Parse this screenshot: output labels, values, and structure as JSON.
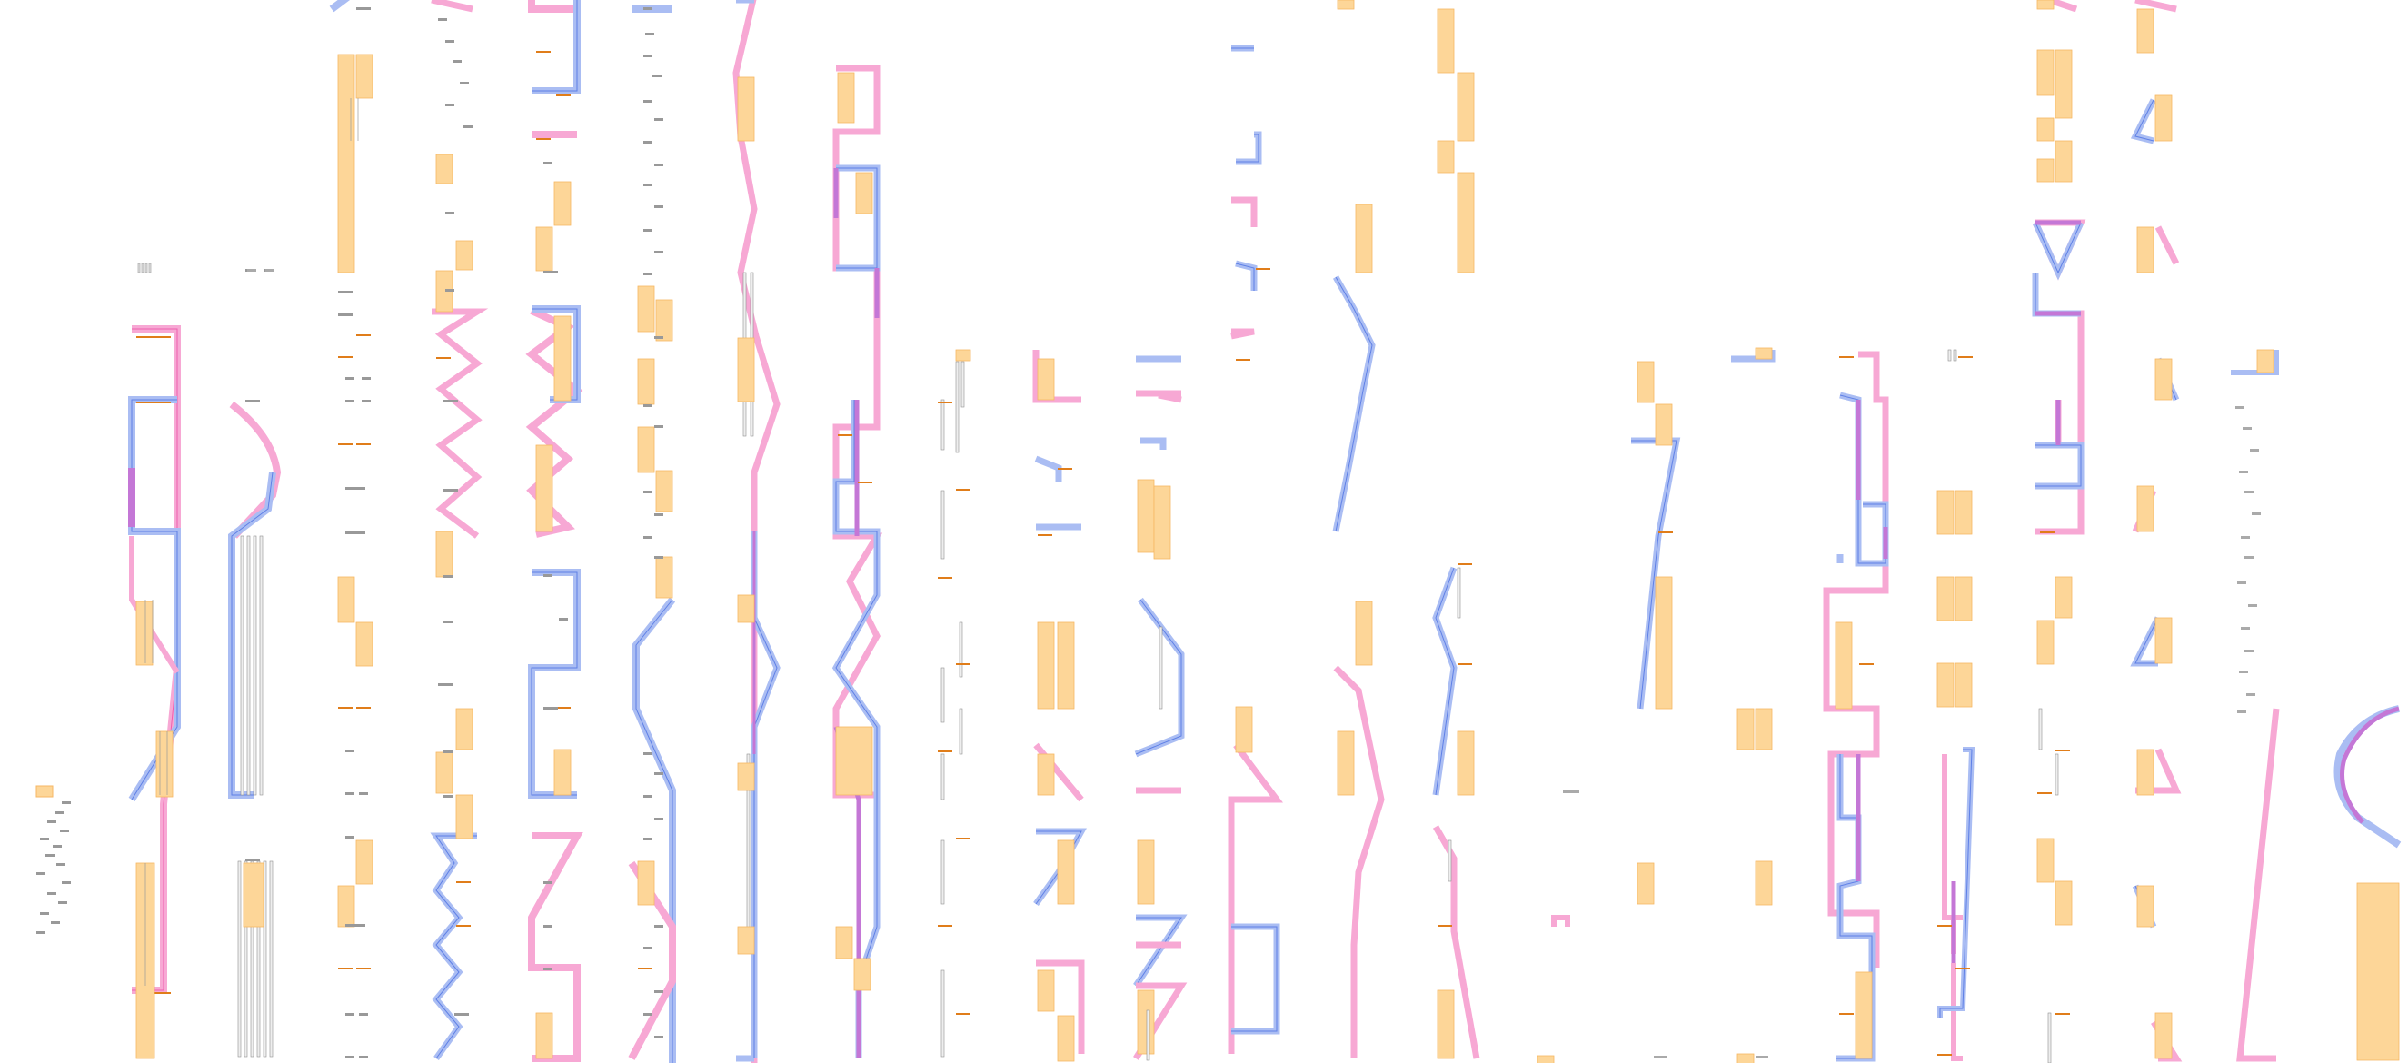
{
  "diagram": {
    "title": "",
    "colors": {
      "background": "#ffffff",
      "strand_forward": "#f7a8d4",
      "strand_forward_edge": "#ee5fae",
      "strand_reverse": "#aabdf3",
      "strand_reverse_edge": "#5f80e6",
      "overlap": "#c477d6",
      "block_fill": "#fdd698",
      "block_edge": "#f6b764",
      "tick": "#e07d1a",
      "gray_bar": "#d6d6d6",
      "gray_bar_edge": "#8f8f8f",
      "label": "#888888"
    },
    "columns": [
      {
        "id": "col-01"
      },
      {
        "id": "col-02"
      },
      {
        "id": "col-03"
      },
      {
        "id": "col-04"
      },
      {
        "id": "col-05"
      },
      {
        "id": "col-06"
      },
      {
        "id": "col-07"
      },
      {
        "id": "col-08"
      },
      {
        "id": "col-09"
      },
      {
        "id": "col-10"
      },
      {
        "id": "col-11"
      },
      {
        "id": "col-12"
      },
      {
        "id": "col-13"
      },
      {
        "id": "col-14"
      },
      {
        "id": "col-15"
      },
      {
        "id": "col-16"
      },
      {
        "id": "col-17"
      },
      {
        "id": "col-18"
      },
      {
        "id": "col-19"
      },
      {
        "id": "col-20"
      },
      {
        "id": "col-21"
      },
      {
        "id": "col-22"
      },
      {
        "id": "col-23"
      },
      {
        "id": "col-24"
      }
    ],
    "note": ""
  }
}
